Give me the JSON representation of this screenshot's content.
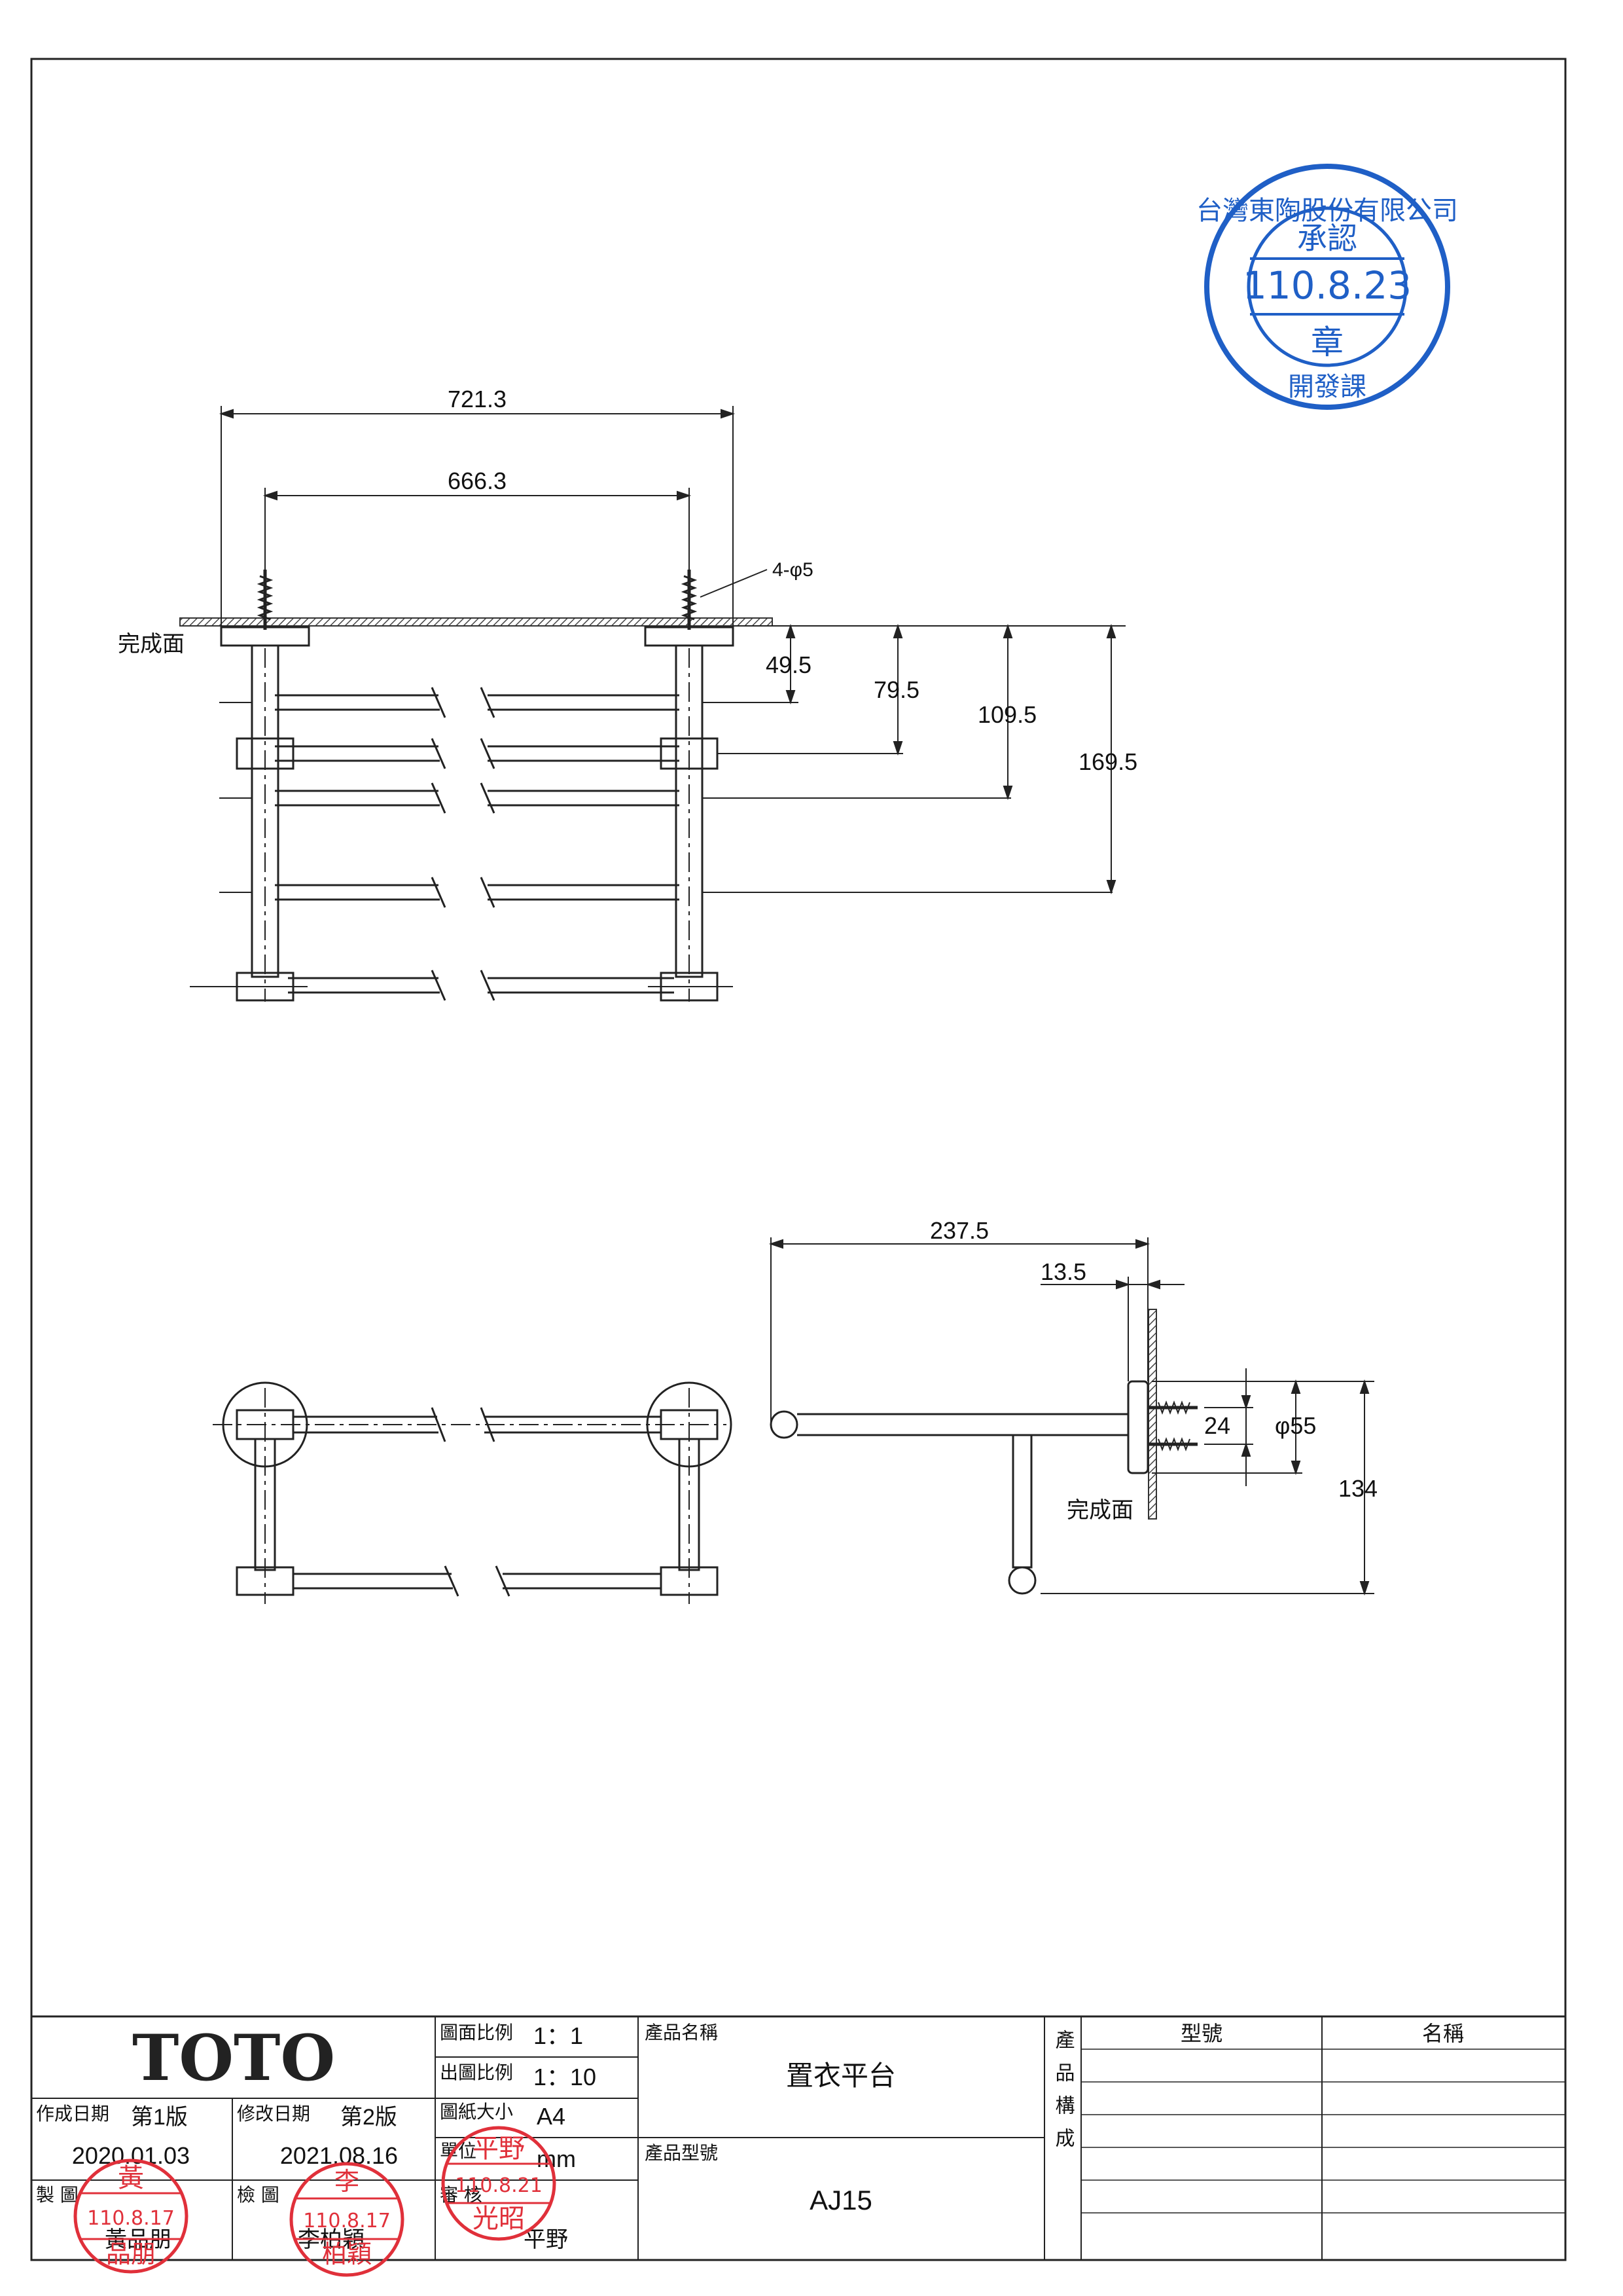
{
  "drawing": {
    "front_view": {
      "dim_outer_width": "721.3",
      "dim_inner_width": "666.3",
      "dim_screw": "4-φ5",
      "dim_bar1": "49.5",
      "dim_bar2": "79.5",
      "dim_bar3": "109.5",
      "dim_bar4": "169.5",
      "finish_surface_label": "完成面"
    },
    "side_view": {
      "dim_depth": "237.5",
      "dim_plate": "13.5",
      "dim_screw_spacing": "24",
      "dim_diameter": "φ55",
      "dim_height": "134",
      "finish_surface_label": "完成面"
    }
  },
  "approval_stamp": {
    "company": "台灣東陶股份有限公司",
    "title": "承認",
    "date": "110.8.23",
    "seal": "章",
    "dept": "開發課"
  },
  "title_block": {
    "logo": "TOTO",
    "created_label": "作成日期",
    "created_version": "第1版",
    "created_date": "2020.01.03",
    "revised_label": "修改日期",
    "revised_version": "第2版",
    "revised_date": "2021.08.16",
    "drawn_label": "製 圖",
    "drawn_name": "黃品朋",
    "checked_label": "檢 圖",
    "checked_name": "李柏穎",
    "approved_label": "審 核",
    "approved_name": "平野",
    "scale_label": "圖面比例",
    "scale_value": "1：1",
    "print_scale_label": "出圖比例",
    "print_scale_value": "1：10",
    "paper_label": "圖紙大小",
    "paper_value": "A4",
    "unit_label": "單位",
    "unit_value": "mm",
    "product_name_label": "產品名稱",
    "product_name": "置衣平台",
    "product_model_label": "產品型號",
    "product_model": "AJ15",
    "composition_label": "產品構成",
    "col_model": "型號",
    "col_name": "名稱"
  },
  "signature_stamps": {
    "drawn": {
      "top": "黃",
      "date": "110.8.17",
      "bottom": "品朋"
    },
    "checked": {
      "top": "李",
      "date": "110.8.17",
      "bottom": "柏穎"
    },
    "approved": {
      "top": "平野",
      "date": "110.8.21",
      "bottom": "光昭"
    }
  }
}
